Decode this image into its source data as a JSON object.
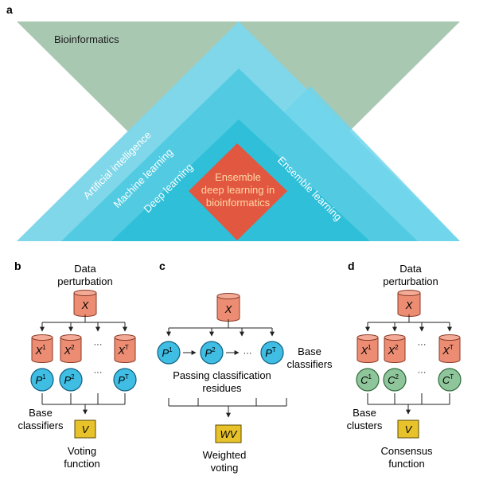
{
  "panel_a": {
    "letter": "a",
    "bioinformatics": "Bioinformatics",
    "artificial_intelligence": "Artificial intelligence",
    "machine_learning": "Machine learning",
    "deep_learning": "Deep learning",
    "ensemble_learning": "Ensemble learning",
    "center_lines": [
      "Ensemble",
      "deep learning in",
      "bioinformatics"
    ],
    "colors": {
      "bioinformatics": "#a9c8b2",
      "ai": "#7fd7e9",
      "ml": "#52cbe2",
      "dl": "#2fbfd9",
      "ensemble_learning": "#6fd5ec",
      "center": "#e2573f",
      "center_text": "#ffd8a8"
    }
  },
  "panel_b": {
    "letter": "b",
    "title_lines": [
      "Data",
      "perturbation"
    ],
    "source": "X",
    "data_sets": [
      {
        "base": "X",
        "sup": "1"
      },
      {
        "base": "X",
        "sup": "2"
      },
      {
        "base": "X",
        "sup": "T"
      }
    ],
    "classifiers": [
      {
        "base": "P",
        "sup": "1"
      },
      {
        "base": "P",
        "sup": "2"
      },
      {
        "base": "P",
        "sup": "T"
      }
    ],
    "ellipsis": "···",
    "side_label": [
      "Base",
      "classifiers"
    ],
    "combiner": "V",
    "combiner_label": [
      "Voting",
      "function"
    ]
  },
  "panel_c": {
    "letter": "c",
    "source": "X",
    "classifiers": [
      {
        "base": "P",
        "sup": "1"
      },
      {
        "base": "P",
        "sup": "2"
      },
      {
        "base": "P",
        "sup": "T"
      }
    ],
    "ellipsis": "···",
    "side_label": [
      "Base",
      "classifiers"
    ],
    "passing_label": [
      "Passing classification",
      "residues"
    ],
    "combiner": "WV",
    "combiner_label": [
      "Weighted",
      "voting"
    ]
  },
  "panel_d": {
    "letter": "d",
    "title_lines": [
      "Data",
      "perturbation"
    ],
    "source": "X",
    "data_sets": [
      {
        "base": "X",
        "sup": "1"
      },
      {
        "base": "X",
        "sup": "2"
      },
      {
        "base": "X",
        "sup": "T"
      }
    ],
    "clusters": [
      {
        "base": "C",
        "sup": "1"
      },
      {
        "base": "C",
        "sup": "2"
      },
      {
        "base": "C",
        "sup": "T"
      }
    ],
    "ellipsis": "···",
    "side_label": [
      "Base",
      "clusters"
    ],
    "combiner": "V",
    "combiner_label": [
      "Consensus",
      "function"
    ]
  },
  "style_colors": {
    "cylinder_fill": "#ec8c73",
    "cylinder_top": "#f3ab97",
    "cylinder_stroke": "#8a3a26",
    "classifier_fill": "#3fbde3",
    "classifier_stroke": "#0f5f80",
    "cluster_fill": "#8ec59a",
    "cluster_stroke": "#2f6b3b",
    "combiner_fill": "#e8c22a",
    "combiner_stroke": "#5a4a00",
    "line": "#222222"
  }
}
